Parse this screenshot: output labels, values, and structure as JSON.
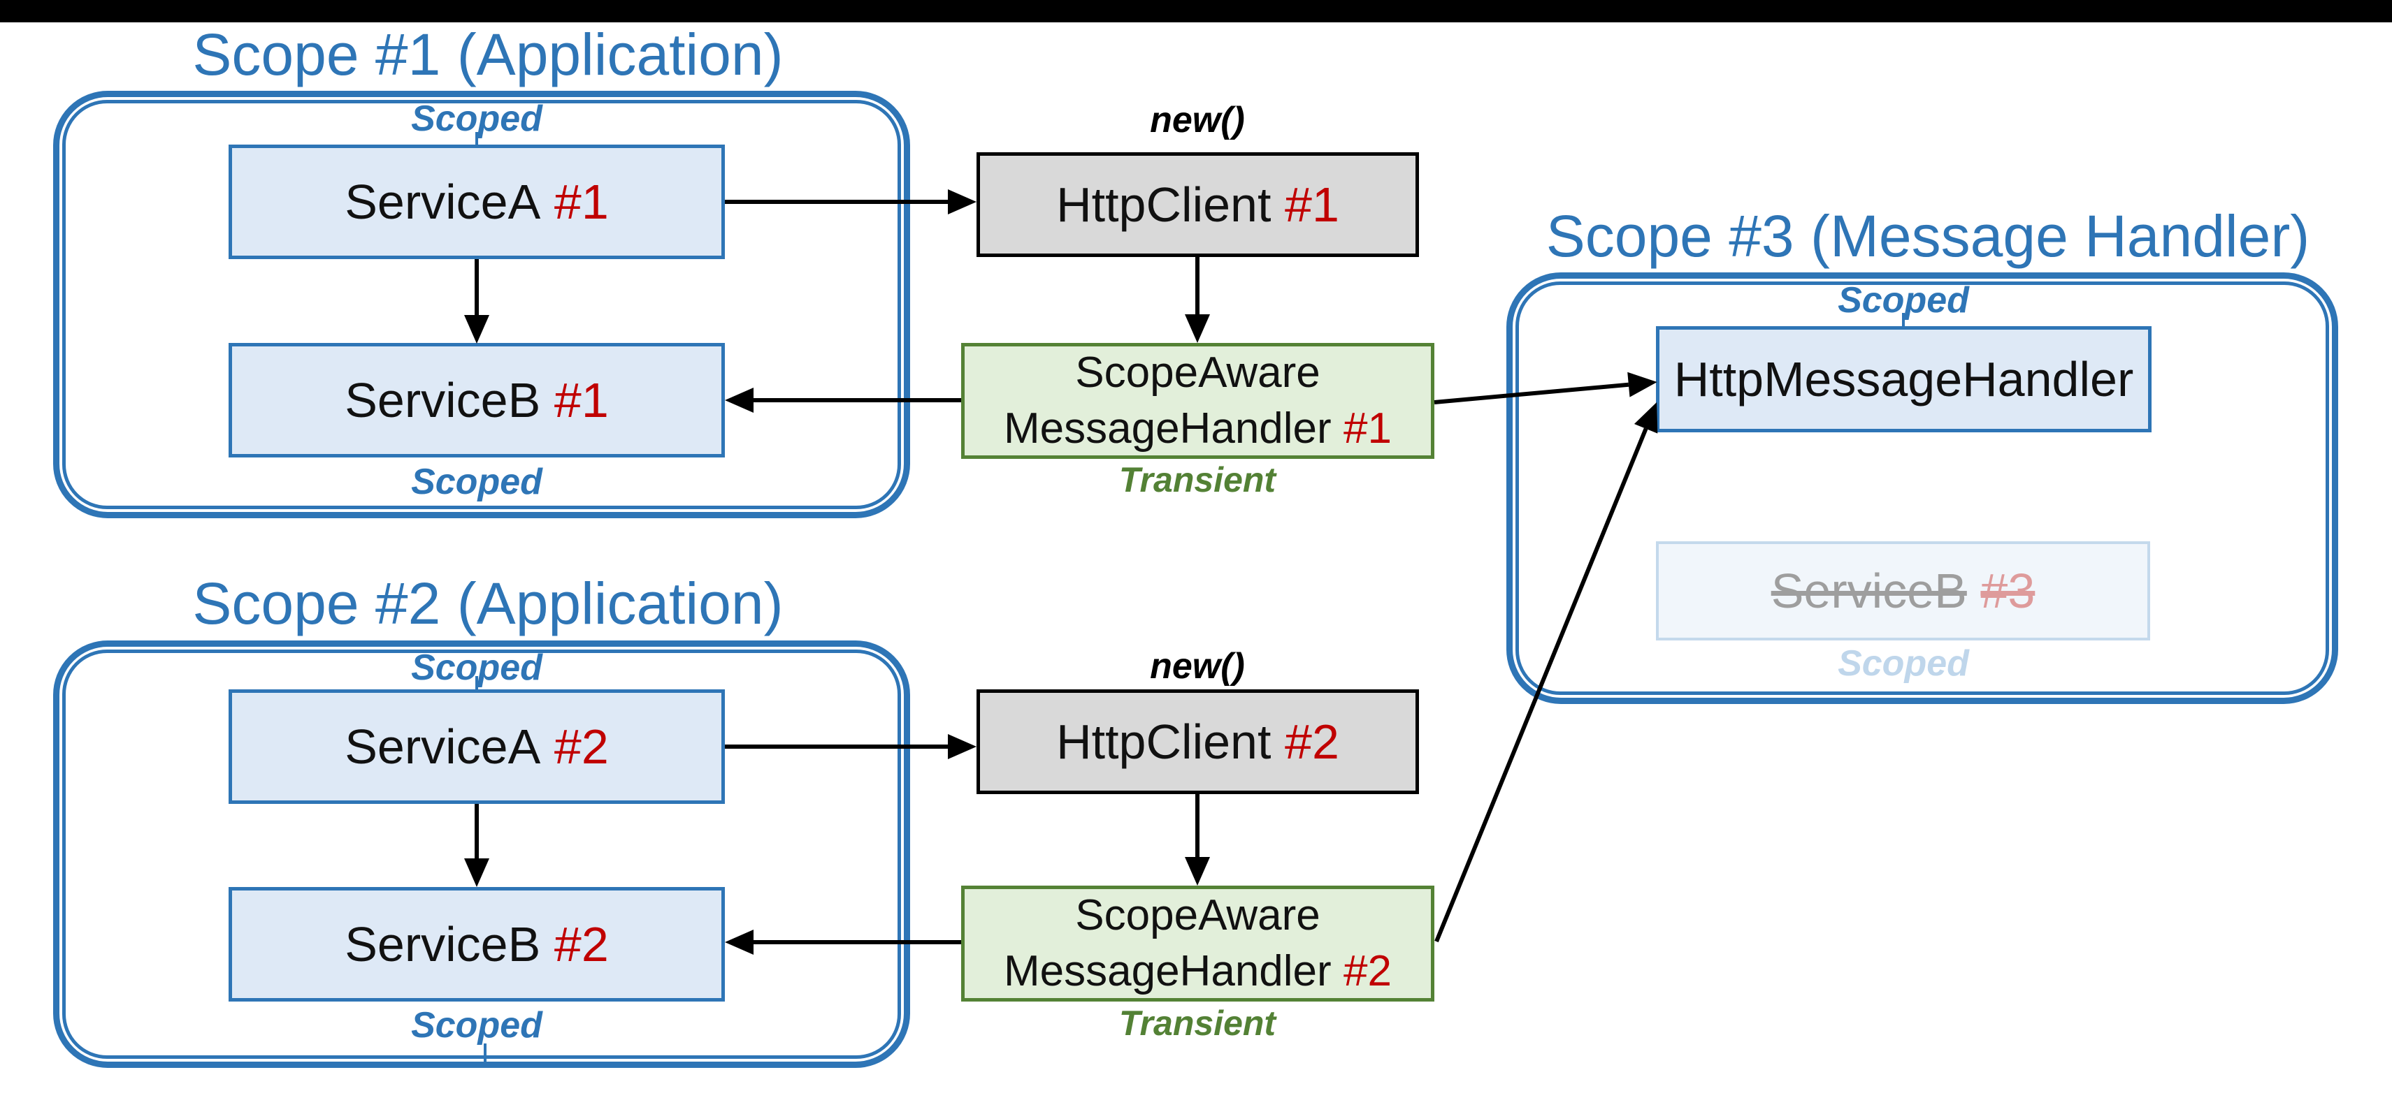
{
  "colors": {
    "blue": "#2E75B6",
    "light_blue_fill": "#DEE9F6",
    "gray_fill": "#D9D9D9",
    "green_fill": "#E2EFDA",
    "green_border": "#548235",
    "green_text": "#538135",
    "red": "#C00000",
    "black": "#000000",
    "faded_fill": "#F1F6FB",
    "faded_border": "#C4D9EC",
    "faded_text": "#9E9E9E",
    "faded_red": "#DE9B9B",
    "faded_blue": "#BFD6EB"
  },
  "scope1": {
    "title": "Scope #1 (Application)",
    "scoped_top": "Scoped",
    "scoped_bottom": "Scoped",
    "serviceA": {
      "name": "ServiceA",
      "id": "#1"
    },
    "serviceB": {
      "name": "ServiceB",
      "id": "#1"
    }
  },
  "scope2": {
    "title": "Scope #2 (Application)",
    "scoped_top": "Scoped",
    "scoped_bottom": "Scoped",
    "serviceA": {
      "name": "ServiceA",
      "id": "#2"
    },
    "serviceB": {
      "name": "ServiceB",
      "id": "#2"
    }
  },
  "scope3": {
    "title": "Scope #3 (Message Handler)",
    "scoped_top": "Scoped",
    "httpMessageHandler": {
      "name": "HttpMessageHandler"
    },
    "serviceB3": {
      "name": "ServiceB",
      "id": "#3",
      "scoped_label": "Scoped"
    }
  },
  "pipeline1": {
    "new_label": "new()",
    "httpClient": {
      "name": "HttpClient",
      "id": "#1"
    },
    "handler": {
      "line1": "ScopeAware",
      "line2": "MessageHandler",
      "id": "#1"
    },
    "lifetime": "Transient"
  },
  "pipeline2": {
    "new_label": "new()",
    "httpClient": {
      "name": "HttpClient",
      "id": "#2"
    },
    "handler": {
      "line1": "ScopeAware",
      "line2": "MessageHandler",
      "id": "#2"
    },
    "lifetime": "Transient"
  }
}
